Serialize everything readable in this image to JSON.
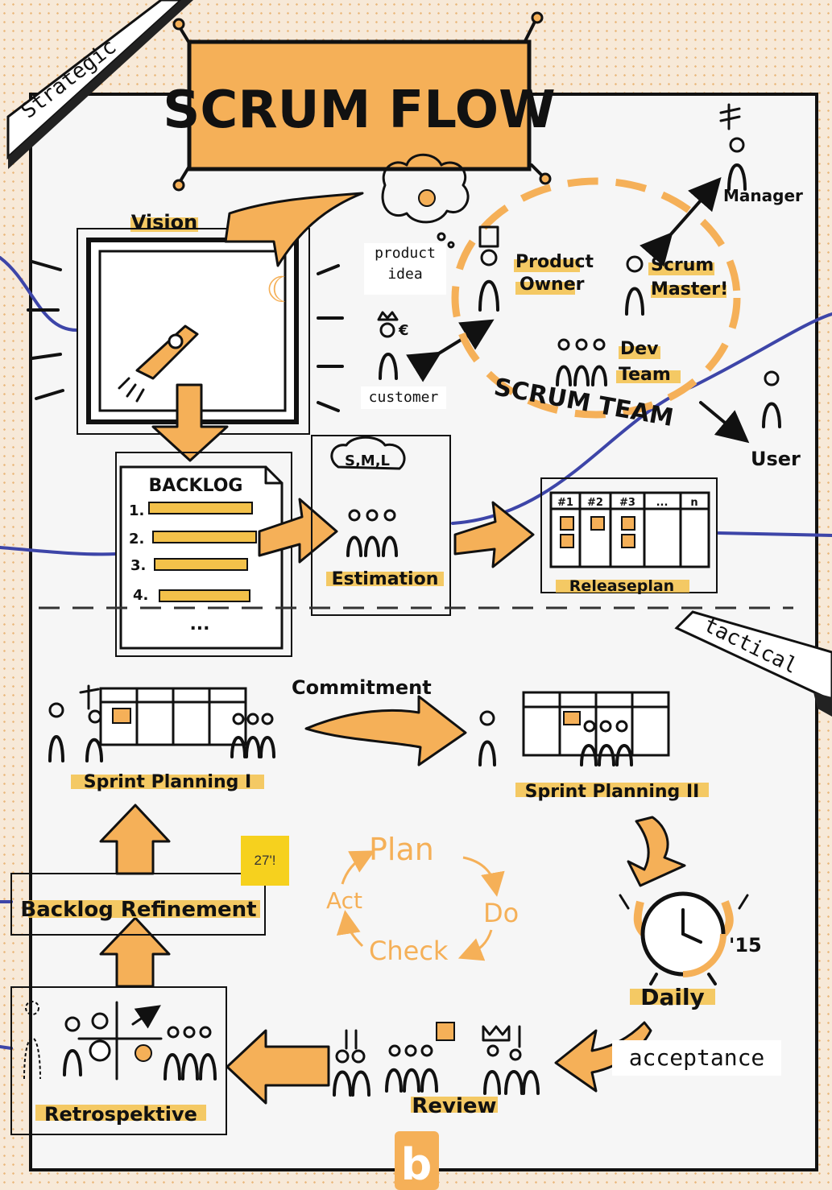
{
  "title": "SCRUM FLOW",
  "banners": {
    "strategic": "Strategic",
    "tactical": "tactical"
  },
  "vision": {
    "label": "Vision"
  },
  "product_idea": {
    "line1": "product",
    "line2": "idea"
  },
  "customer": {
    "label": "customer",
    "currency": "€"
  },
  "scrum_team": {
    "label": "SCRUM TEAM",
    "product_owner": [
      "Product",
      "Owner"
    ],
    "scrum_master": [
      "Scrum",
      "Master!"
    ],
    "dev_team": [
      "Dev",
      "Team"
    ]
  },
  "manager": {
    "label": "Manager"
  },
  "user": {
    "label": "User"
  },
  "backlog": {
    "title": "BACKLOG",
    "items": [
      "1.",
      "2.",
      "3.",
      "4."
    ],
    "more": "..."
  },
  "estimation": {
    "label": "Estimation",
    "sizes": "S,M,L"
  },
  "releaseplan": {
    "label": "Releaseplan",
    "columns": [
      "#1",
      "#2",
      "#3",
      "...",
      "n"
    ]
  },
  "commitment": {
    "label": "Commitment"
  },
  "sprint_planning_1": {
    "label": "Sprint Planning I"
  },
  "sprint_planning_2": {
    "label": "Sprint Planning II"
  },
  "pdca": {
    "plan": "Plan",
    "do": "Do",
    "check": "Check",
    "act": "Act"
  },
  "daily": {
    "label": "Daily",
    "duration": "'15"
  },
  "backlog_refinement": {
    "label": "Backlog Refinement"
  },
  "sticky_note": {
    "text": "27'!"
  },
  "retrospective": {
    "label": "Retrospektive"
  },
  "review": {
    "label": "Review"
  },
  "acceptance": {
    "label": "acceptance"
  },
  "logo": {
    "text": "b"
  },
  "colors": {
    "accent": "#f5b058",
    "highlight": "#f3c14a",
    "line": "#3d45a8",
    "ink": "#111111",
    "paper": "#f6f6f6"
  }
}
